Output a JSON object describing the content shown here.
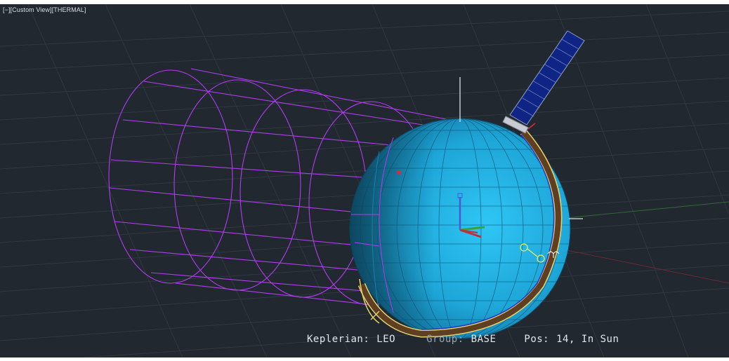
{
  "viewport": {
    "label": "[−][Custom View][THERMAL]"
  },
  "scene": {
    "objects": [
      "sphere-satellite",
      "solar-panel",
      "shadow-cylinder",
      "orbit-ring",
      "ucs-icon",
      "sun-vector-gizmo"
    ],
    "colors": {
      "background": "#212830",
      "grid": "#2f3740",
      "sphere": "#1fa9d8",
      "wireframe_cylinder": "#b23cf0",
      "orbit_ring": "#6b4a2a",
      "orbit_ring_edge": "#e8d070",
      "panel": "#102a80",
      "axis_red": "#c0303a",
      "axis_green": "#3aa040",
      "axis_blue": "#4a5ad0"
    }
  },
  "status": {
    "keplerian_label": "Keplerian:",
    "keplerian_value": "LEO",
    "group_label": "Group:",
    "group_value": "BASE",
    "pos_label": "Pos:",
    "pos_value": "14, In Sun"
  }
}
